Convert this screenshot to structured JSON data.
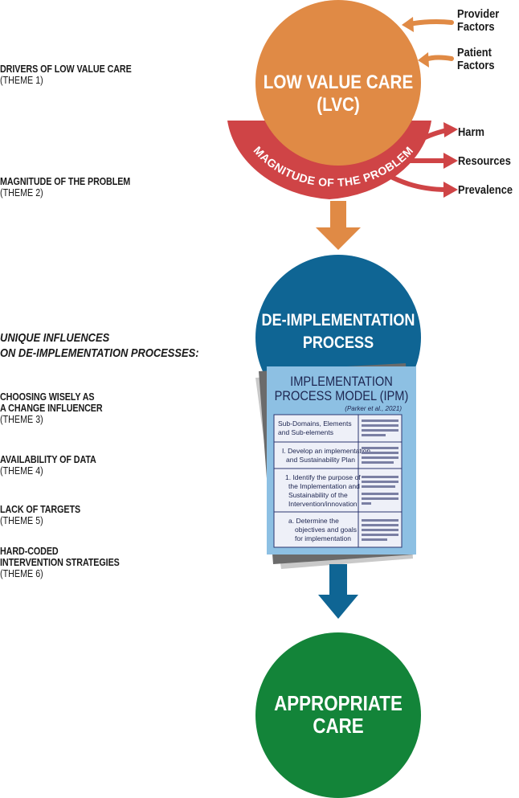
{
  "colors": {
    "orange": "#E08A45",
    "red": "#CF4446",
    "blue": "#0F6594",
    "light_blue": "#8DC0E3",
    "green": "#138439",
    "navy_text": "#1D2550",
    "doc_shadow_dark": "#6B6B6B",
    "doc_shadow_light": "#C9C9C9",
    "bar_gray": "#7A7FA3"
  },
  "left_labels": {
    "theme1": {
      "title": "DRIVERS OF LOW VALUE CARE",
      "sub": "(THEME 1)"
    },
    "theme2": {
      "title": "MAGNITUDE OF THE PROBLEM",
      "sub": "(THEME 2)"
    },
    "unique_heading": [
      "UNIQUE INFLUENCES",
      "ON DE-IMPLEMENTATION PROCESSES:"
    ],
    "theme3": {
      "title": [
        "CHOOSING WISELY AS",
        "A CHANGE INFLUENCER"
      ],
      "sub": "(THEME 3)"
    },
    "theme4": {
      "title": "AVAILABILITY OF DATA",
      "sub": "(THEME 4)"
    },
    "theme5": {
      "title": "LACK OF TARGETS",
      "sub": "(THEME 5)"
    },
    "theme6": {
      "title": [
        "HARD-CODED",
        "INTERVENTION STRATEGIES"
      ],
      "sub": "(THEME 6)"
    }
  },
  "lvc_circle": {
    "line1": "LOW VALUE CARE",
    "line2": "(LVC)"
  },
  "magnitude_band": {
    "text": "MAGNITUDE OF THE PROBLEM"
  },
  "input_factors": [
    {
      "line1": "Provider",
      "line2": "Factors"
    },
    {
      "line1": "Patient",
      "line2": "Factors"
    }
  ],
  "outcomes": [
    "Harm",
    "Resources",
    "Prevalence"
  ],
  "deimpl_circle": {
    "line1": "DE-IMPLEMENTATION",
    "line2": "PROCESS"
  },
  "ipm_doc": {
    "title1": "IMPLEMENTATION",
    "title2": "PROCESS MODEL (IPM)",
    "citation": "(Parker et al., 2021)",
    "rows": [
      [
        "Sub-Domains, Elements",
        "and Sub-elements"
      ],
      [
        "I. Develop an implementation",
        "and Sustainability Plan"
      ],
      [
        "1. Identify the purpose of",
        "the Implementation and",
        "Sustainability of the",
        "Intervention/innovation"
      ],
      [
        "a. Determine the",
        "objectives and goals",
        "for implementation"
      ]
    ]
  },
  "appropriate_circle": {
    "line1": "APPROPRIATE",
    "line2": "CARE"
  }
}
